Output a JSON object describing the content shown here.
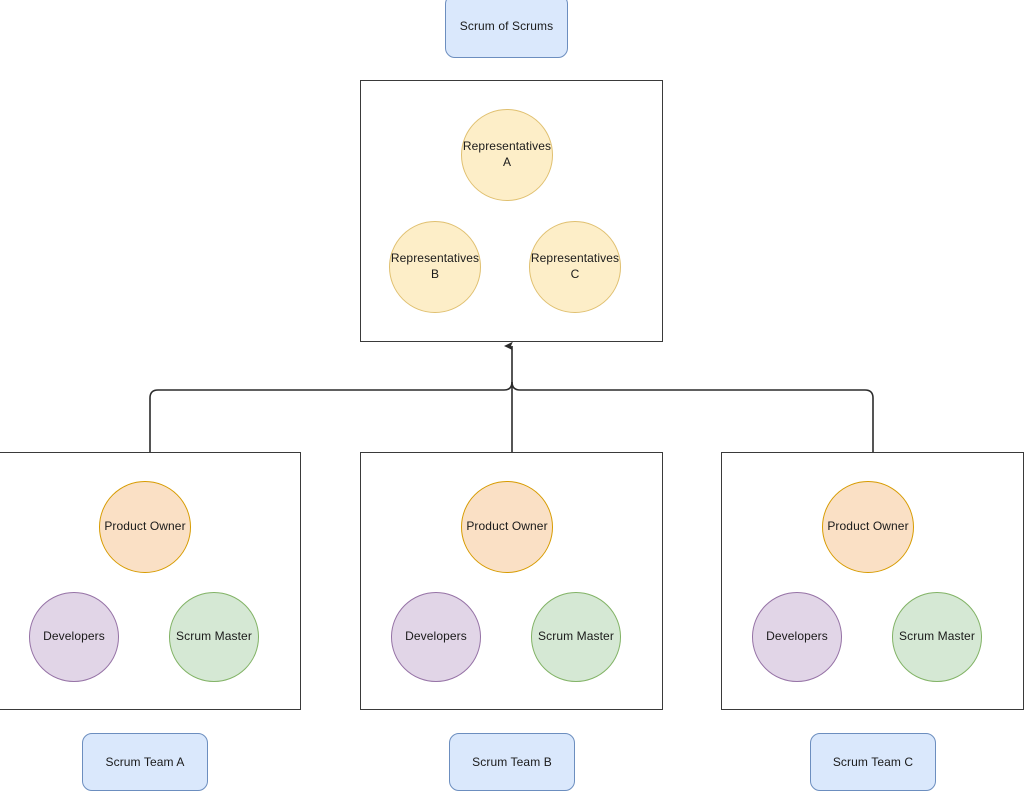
{
  "diagram": {
    "title": "Scrum of Scrums",
    "background_color": "#ffffff"
  },
  "top": {
    "label_box": {
      "text": "Scrum of Scrums",
      "fill": "#dae8fc",
      "stroke": "#6c8ebf"
    },
    "container": {
      "name": "scrum-of-scrums-container",
      "fill": "#ffffff",
      "stroke": "#3a3a3a"
    },
    "circles": [
      {
        "text": "Representatives\nA",
        "fill": "#fdeec8",
        "stroke": "#e0c070"
      },
      {
        "text": "Representatives\nB",
        "fill": "#fdeec8",
        "stroke": "#e0c070"
      },
      {
        "text": "Representatives\nC",
        "fill": "#fdeec8",
        "stroke": "#e0c070"
      }
    ]
  },
  "teams": [
    {
      "label": "Scrum Team A",
      "roles": [
        {
          "text": "Product Owner",
          "fill": "#fae0c5",
          "stroke": "#d79b00"
        },
        {
          "text": "Developers",
          "fill": "#e1d5e7",
          "stroke": "#9673a6"
        },
        {
          "text": "Scrum Master",
          "fill": "#d5e8d4",
          "stroke": "#82b366"
        }
      ]
    },
    {
      "label": "Scrum Team B",
      "roles": [
        {
          "text": "Product Owner",
          "fill": "#fae0c5",
          "stroke": "#d79b00"
        },
        {
          "text": "Developers",
          "fill": "#e1d5e7",
          "stroke": "#9673a6"
        },
        {
          "text": "Scrum Master",
          "fill": "#d5e8d4",
          "stroke": "#82b366"
        }
      ]
    },
    {
      "label": "Scrum Team C",
      "roles": [
        {
          "text": "Product Owner",
          "fill": "#fae0c5",
          "stroke": "#d79b00"
        },
        {
          "text": "Developers",
          "fill": "#e1d5e7",
          "stroke": "#9673a6"
        },
        {
          "text": "Scrum Master",
          "fill": "#d5e8d4",
          "stroke": "#82b366"
        }
      ]
    }
  ],
  "connectors": {
    "stroke": "#2b2b2b",
    "arrow_target": "scrum-of-scrums-container",
    "description": "Three scrum team containers join a shared horizontal bus that feeds a single upward arrow into the Scrum of Scrums container."
  }
}
